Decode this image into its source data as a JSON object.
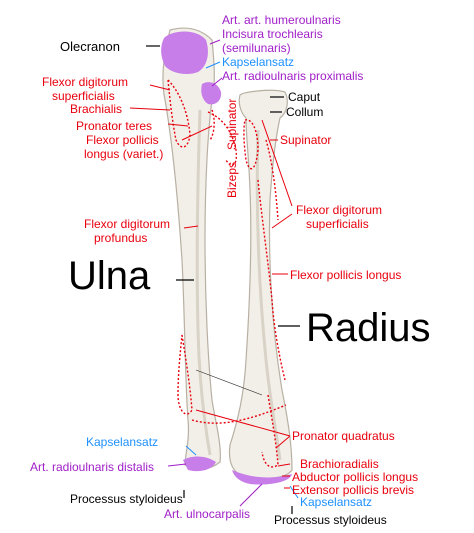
{
  "colors": {
    "muscle_red": "#e8000d",
    "joint_purple": "#a01ec8",
    "capsule_blue": "#1e90ff",
    "bone_fill": "#f2efe9",
    "bone_shadow": "#c9c3b8",
    "cartilage_lilac": "#c77ee8"
  },
  "bones": {
    "ulna": "Ulna",
    "radius": "Radius"
  },
  "labels": {
    "olecranon": "Olecranon",
    "art_humeroulnaris": "Art. art. humeroulnaris",
    "incisura_1": "Incisura trochlearis",
    "incisura_2": "(semilunaris)",
    "kapselansatz_top": "Kapselansatz",
    "art_radioulnaris_prox": "Art. radioulnaris proximalis",
    "caput": "Caput",
    "collum": "Collum",
    "fds_1": "Flexor digitorum",
    "fds_2": "superficialis",
    "brachialis": "Brachialis",
    "pronator_teres": "Pronator teres",
    "fpl_variet_1": "Flexor pollicis",
    "fpl_variet_2": "longus (variet.)",
    "supinator_vertical": "Supinator",
    "supinator_right": "Supinator",
    "bizeps": "Bizeps",
    "fdp_1": "Flexor digitorum",
    "fdp_2": "profundus",
    "fds_right_1": "Flexor digitorum",
    "fds_right_2": "superficialis",
    "fpl_right": "Flexor pollicis longus",
    "pronator_quadratus": "Pronator quadratus",
    "kapselansatz_bl": "Kapselansatz",
    "art_radioulnaris_dist": "Art. radioulnaris distalis",
    "processus_styl_l": "Processus styloideus",
    "art_ulnocarpalis": "Art. ulnocarpalis",
    "brachioradialis": "Brachioradialis",
    "abductor_pl": "Abductor pollicis longus",
    "extensor_pb": "Extensor pollicis brevis",
    "kapselansatz_br": "Kapselansatz",
    "processus_styl_r": "Processus styloideus"
  }
}
